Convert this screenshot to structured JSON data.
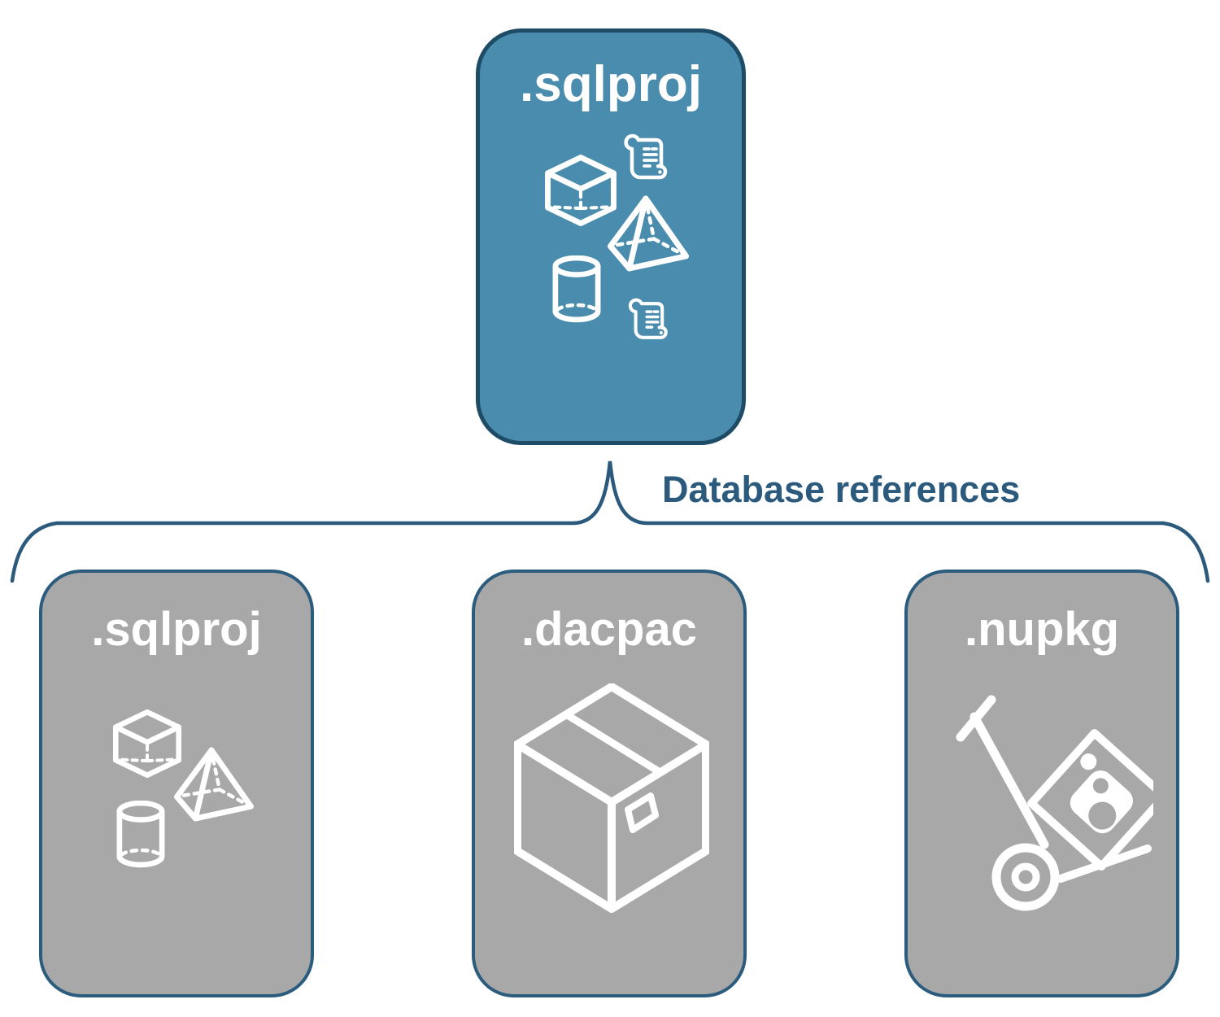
{
  "top_card": {
    "label": ".sqlproj"
  },
  "connector": {
    "label": "Database references"
  },
  "bottom_cards": [
    {
      "label": ".sqlproj"
    },
    {
      "label": ".dacpac"
    },
    {
      "label": ".nupkg"
    }
  ],
  "icons": {
    "top_card": [
      "scroll-icon",
      "cube-icon",
      "pyramid-icon",
      "cylinder-icon",
      "scroll-icon"
    ],
    "sqlproj_card": [
      "cube-icon",
      "pyramid-icon",
      "cylinder-icon"
    ],
    "dacpac_card": [
      "package-box-icon"
    ],
    "nupkg_card": [
      "nuget-hand-truck-icon"
    ]
  },
  "colors": {
    "top_card_fill": "#4A8CAE",
    "top_card_border": "#1E4B66",
    "gray_card_fill": "#A8A8A8",
    "gray_card_border": "#2B5C7D",
    "connector": "#2B5A7D",
    "label_text": "#FFFFFF",
    "background": "#FFFFFF"
  }
}
